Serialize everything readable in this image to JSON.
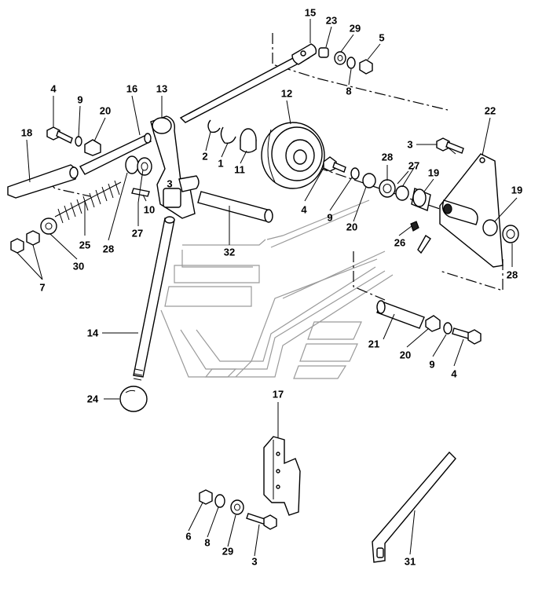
{
  "callouts": [
    {
      "id": "c15a",
      "text": "15"
    },
    {
      "id": "c23",
      "text": "23"
    },
    {
      "id": "c29a",
      "text": "29"
    },
    {
      "id": "c5",
      "text": "5"
    },
    {
      "id": "c8a",
      "text": "8"
    },
    {
      "id": "c4a",
      "text": "4"
    },
    {
      "id": "c9a",
      "text": "9"
    },
    {
      "id": "c20a",
      "text": "20"
    },
    {
      "id": "c16",
      "text": "16"
    },
    {
      "id": "c13",
      "text": "13"
    },
    {
      "id": "c12",
      "text": "12"
    },
    {
      "id": "c22",
      "text": "22"
    },
    {
      "id": "c18",
      "text": "18"
    },
    {
      "id": "c2",
      "text": "2"
    },
    {
      "id": "c1",
      "text": "1"
    },
    {
      "id": "c11",
      "text": "11"
    },
    {
      "id": "c3a",
      "text": "3"
    },
    {
      "id": "c28a",
      "text": "28"
    },
    {
      "id": "c27a",
      "text": "27"
    },
    {
      "id": "c19a",
      "text": "19"
    },
    {
      "id": "c19b",
      "text": "19"
    },
    {
      "id": "c3b",
      "text": "3"
    },
    {
      "id": "c10",
      "text": "10"
    },
    {
      "id": "c27b",
      "text": "27"
    },
    {
      "id": "c25",
      "text": "25"
    },
    {
      "id": "c28b",
      "text": "28"
    },
    {
      "id": "c4b",
      "text": "4"
    },
    {
      "id": "c9b",
      "text": "9"
    },
    {
      "id": "c20b",
      "text": "20"
    },
    {
      "id": "c26",
      "text": "26"
    },
    {
      "id": "c28c",
      "text": "28"
    },
    {
      "id": "c30",
      "text": "30"
    },
    {
      "id": "c32",
      "text": "32"
    },
    {
      "id": "c7",
      "text": "7"
    },
    {
      "id": "c14",
      "text": "14"
    },
    {
      "id": "c21",
      "text": "21"
    },
    {
      "id": "c20c",
      "text": "20"
    },
    {
      "id": "c9c",
      "text": "9"
    },
    {
      "id": "c4c",
      "text": "4"
    },
    {
      "id": "c24",
      "text": "24"
    },
    {
      "id": "c17",
      "text": "17"
    },
    {
      "id": "c6",
      "text": "6"
    },
    {
      "id": "c8b",
      "text": "8"
    },
    {
      "id": "c29b",
      "text": "29"
    },
    {
      "id": "c3c",
      "text": "3"
    },
    {
      "id": "c31",
      "text": "31"
    }
  ]
}
